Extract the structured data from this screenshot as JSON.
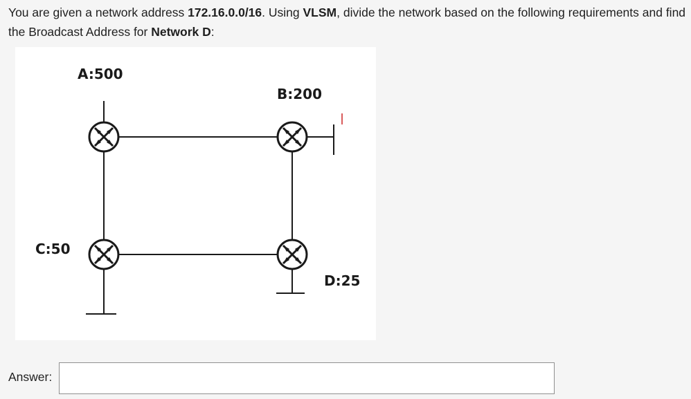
{
  "question": {
    "part1": "You are given a network address ",
    "network_address": "172.16.0.0/16",
    "part2": ". Using ",
    "method": "VLSM",
    "part3": ", divide the network based on the following requirements and find the Broadcast Address for ",
    "target": "Network D",
    "part4": ":"
  },
  "diagram": {
    "label_a": "A:500",
    "label_b": "B:200",
    "label_c": "C:50",
    "label_d": "D:25",
    "router_icon": "router-icon"
  },
  "answer": {
    "label": "Answer:",
    "value": "",
    "placeholder": ""
  }
}
